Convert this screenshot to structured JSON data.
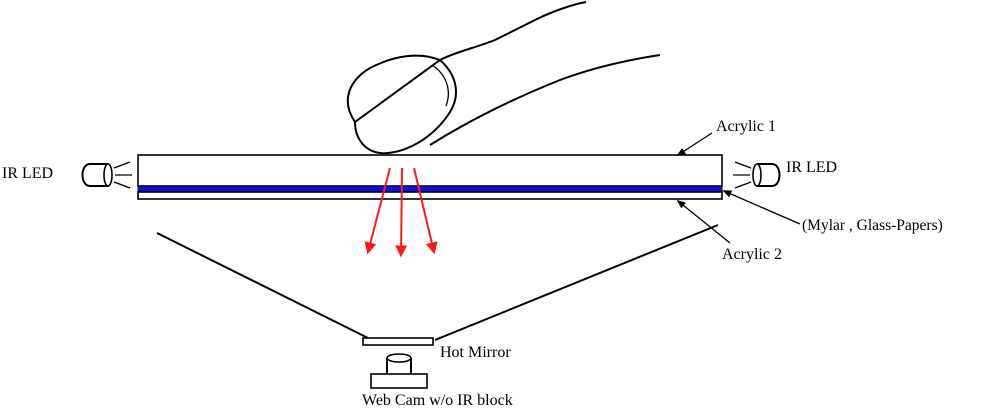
{
  "labels": {
    "acrylic_1": "Acrylic 1",
    "acrylic_2": "Acrylic 2",
    "ir_led_left": "IR LED",
    "ir_led_right": "IR LED",
    "middle_layer": "(Mylar , Glass-Papers)",
    "hot_mirror": "Hot Mirror",
    "web_cam": "Web Cam w/o IR block"
  },
  "colors": {
    "middle_layer": "#1010dd",
    "ir_rays": "#ff1a1a",
    "outline": "#000000",
    "background": "#ffffff"
  },
  "icons": {
    "finger": "finger-icon",
    "ir_led": "ir-led-icon",
    "camera": "web-cam-icon"
  }
}
